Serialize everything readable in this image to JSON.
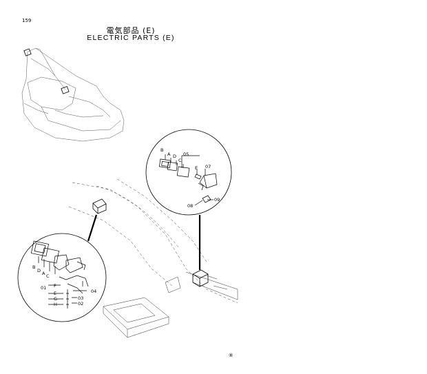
{
  "header": {
    "page_number": "159",
    "title_jp": "電気部品 (E)",
    "title_en": "ELECTRIC PARTS (E)"
  },
  "detail_right": {
    "letters": [
      "B",
      "A",
      "D",
      "C",
      "E"
    ],
    "part_numbers": [
      "05",
      "07",
      "09",
      "08"
    ]
  },
  "detail_left": {
    "letters_top": [
      "B",
      "D",
      "A",
      "C"
    ],
    "letters_side": [
      "F",
      "E",
      "G",
      "H"
    ],
    "side_tag": "01",
    "part_numbers": [
      "04",
      "03",
      "02"
    ]
  },
  "footer": {
    "mark": "⑨"
  }
}
